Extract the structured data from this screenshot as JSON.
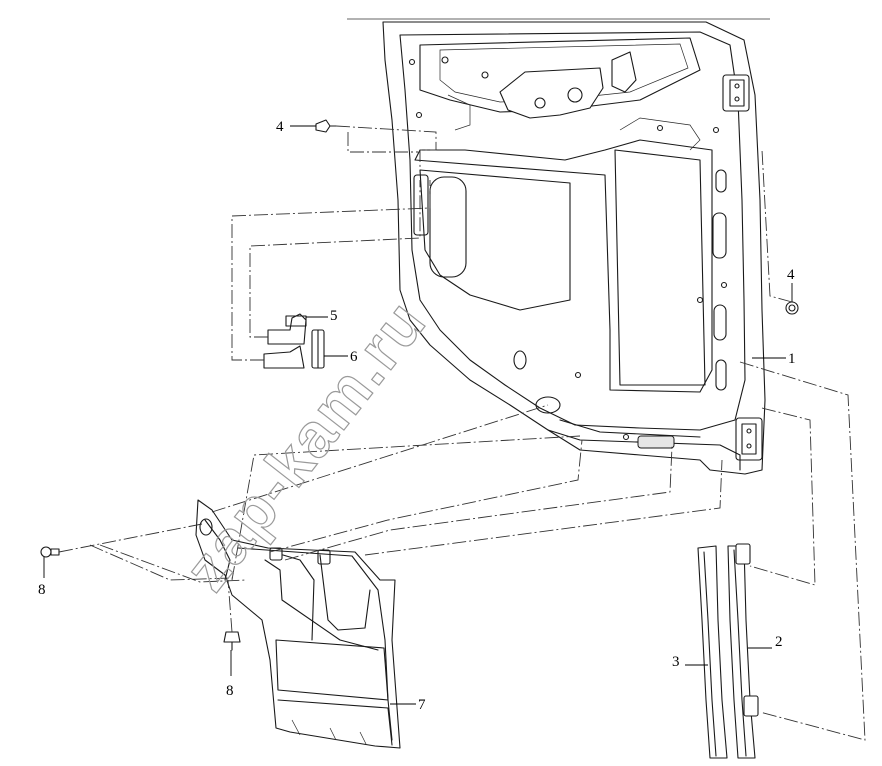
{
  "watermark": "zap-kam.ru",
  "callouts": [
    {
      "id": "1",
      "label": "1"
    },
    {
      "id": "2",
      "label": "2"
    },
    {
      "id": "3",
      "label": "3"
    },
    {
      "id": "4a",
      "label": "4"
    },
    {
      "id": "4b",
      "label": "4"
    },
    {
      "id": "5",
      "label": "5"
    },
    {
      "id": "6",
      "label": "6"
    },
    {
      "id": "7",
      "label": "7"
    },
    {
      "id": "8a",
      "label": "8"
    },
    {
      "id": "8b",
      "label": "8"
    }
  ]
}
